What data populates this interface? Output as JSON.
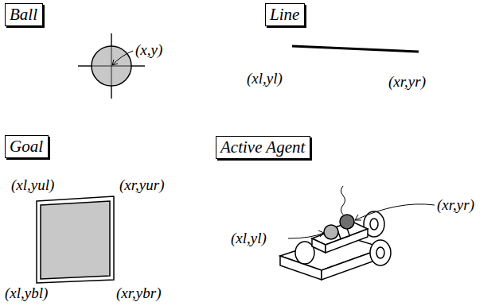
{
  "diagram": {
    "nodes": [
      {
        "text": [
          "Ball"
        ]
      },
      {
        "text": [
          "Line"
        ]
      },
      {
        "text": [
          "Goal"
        ]
      },
      {
        "text": [
          "Active Agent"
        ]
      }
    ],
    "labels": [
      "(x,y)",
      "(xl,yl)",
      "(xr,yr)",
      "(xl,yul)",
      "(xr,yur)",
      "(xl,ybl)",
      "(xr,ybr)",
      "(xr,yr)",
      "(xl,yl)"
    ]
  }
}
